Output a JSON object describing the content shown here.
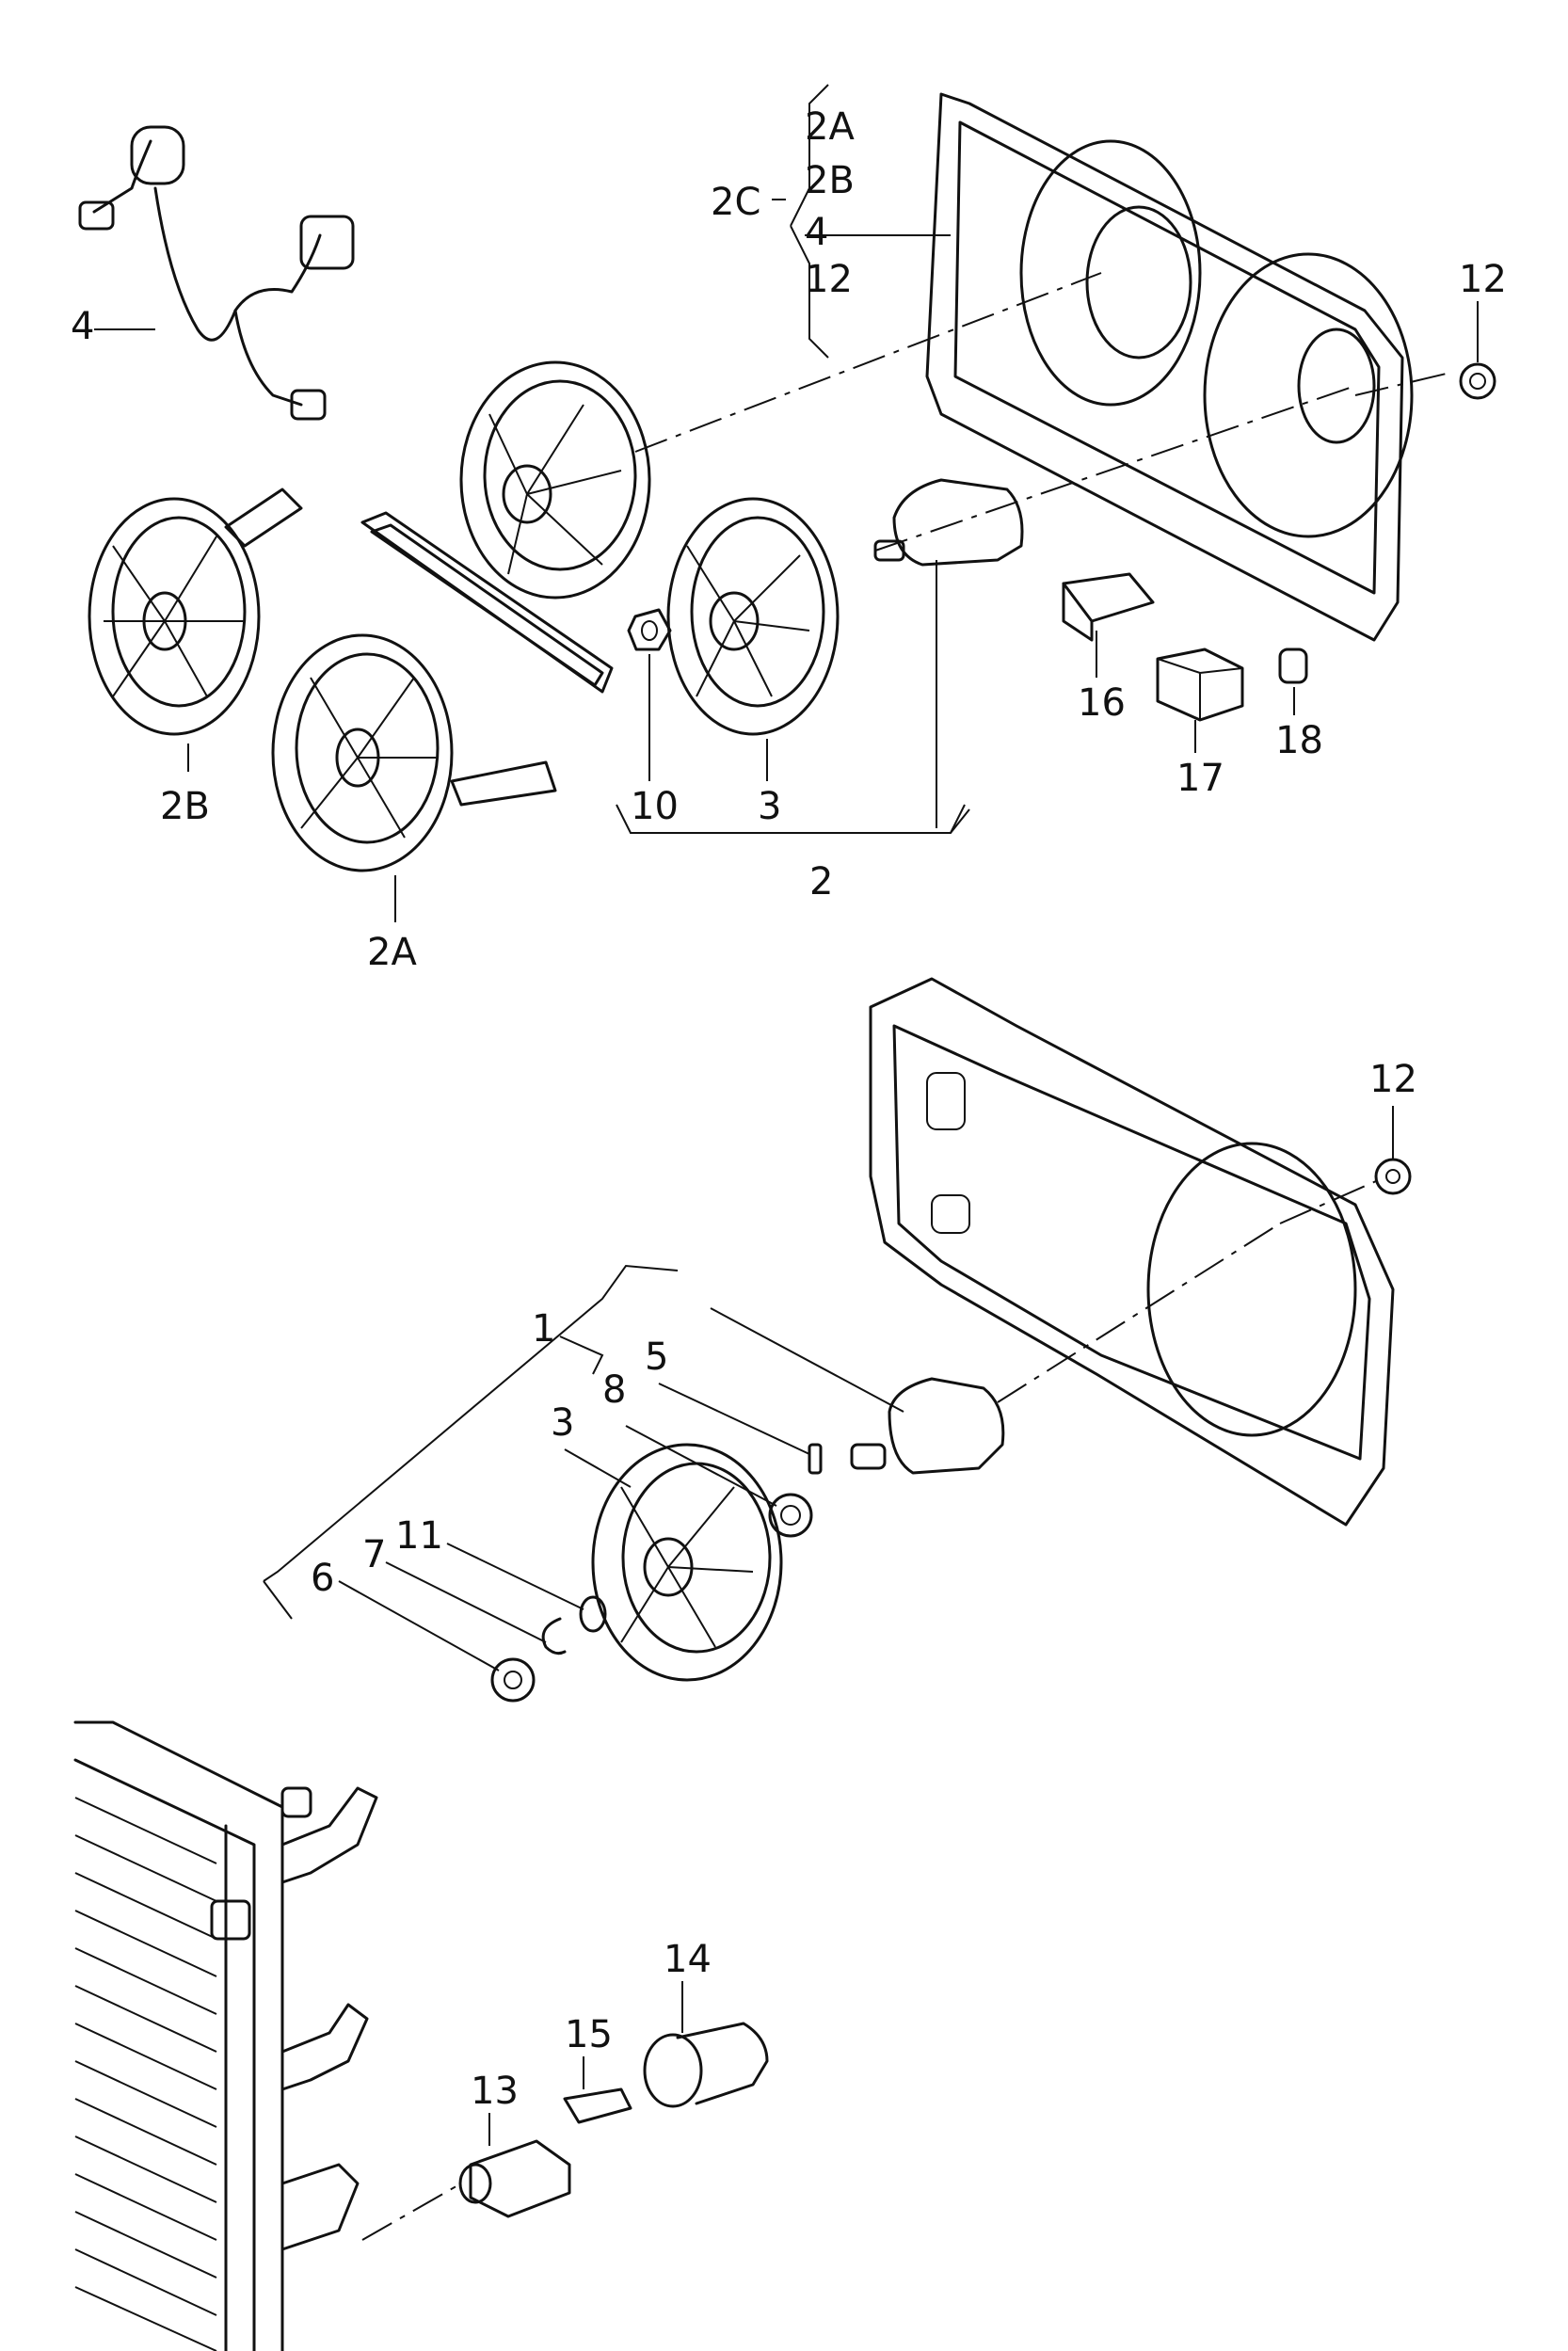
{
  "labels": {
    "l4": "4",
    "l2c": "2C",
    "l2a_grp": "2A",
    "l2b_grp": "2B",
    "l4_grp": "4",
    "l12_grp": "12",
    "l12_top": "12",
    "l16": "16",
    "l17": "17",
    "l18": "18",
    "l10": "10",
    "l3_top": "3",
    "l2": "2",
    "l2b": "2B",
    "l2a": "2A",
    "l12_mid": "12",
    "l1": "1",
    "l5": "5",
    "l8": "8",
    "l3_mid": "3",
    "l11": "11",
    "l7": "7",
    "l6": "6",
    "l14": "14",
    "l15": "15",
    "l13": "13"
  }
}
